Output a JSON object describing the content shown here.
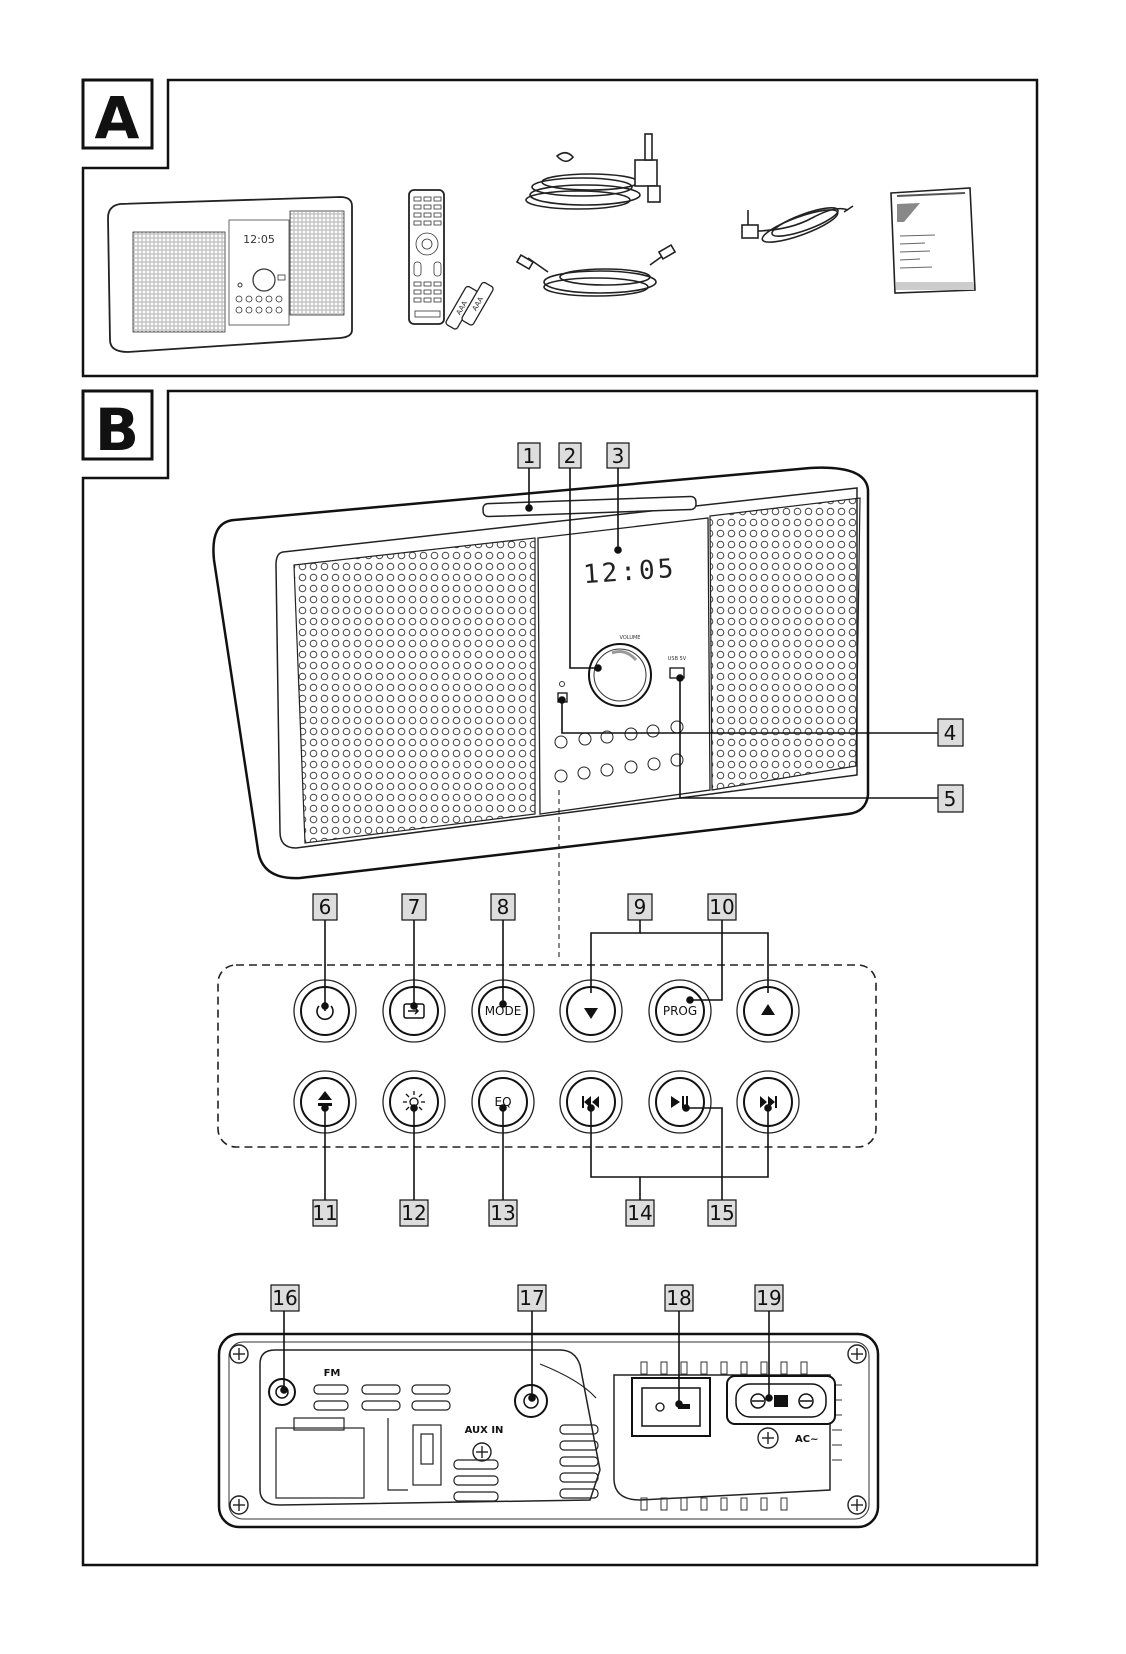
{
  "sections": [
    {
      "letter": "A"
    },
    {
      "letter": "B"
    }
  ],
  "display": {
    "time": "12:05",
    "time_small": "12:05"
  },
  "callouts": [
    "1",
    "2",
    "3",
    "4",
    "5",
    "6",
    "7",
    "8",
    "9",
    "10",
    "11",
    "12",
    "13",
    "14",
    "15",
    "16",
    "17",
    "18",
    "19"
  ],
  "buttons": {
    "power": "power-icon",
    "input": "input-icon",
    "mode": "MODE",
    "down": "triangle-down-icon",
    "prog": "PROG",
    "up": "triangle-up-icon",
    "eject": "eject-icon",
    "dimmer": "brightness-icon",
    "eq": "EQ",
    "prev": "skip-back-icon",
    "play_pause": "play-pause-icon",
    "next": "skip-forward-icon"
  },
  "rear_panel": {
    "fm": "FM",
    "aux_in": "AUX IN",
    "ac": "AC~"
  },
  "accessories": {
    "battery_label_1": "AAA",
    "battery_label_2": "AAA"
  }
}
